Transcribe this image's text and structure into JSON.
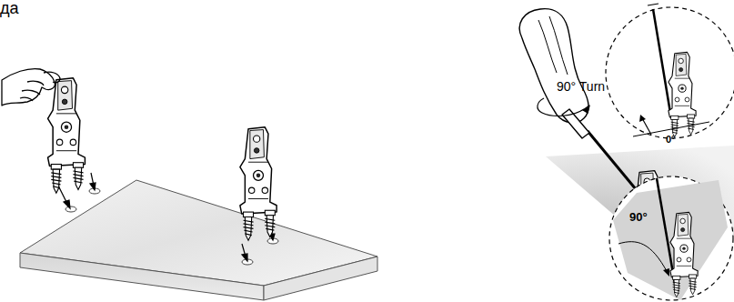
{
  "diagram": {
    "labels": [
      "да",
      "90° Turn",
      "0°",
      "90°"
    ]
  }
}
